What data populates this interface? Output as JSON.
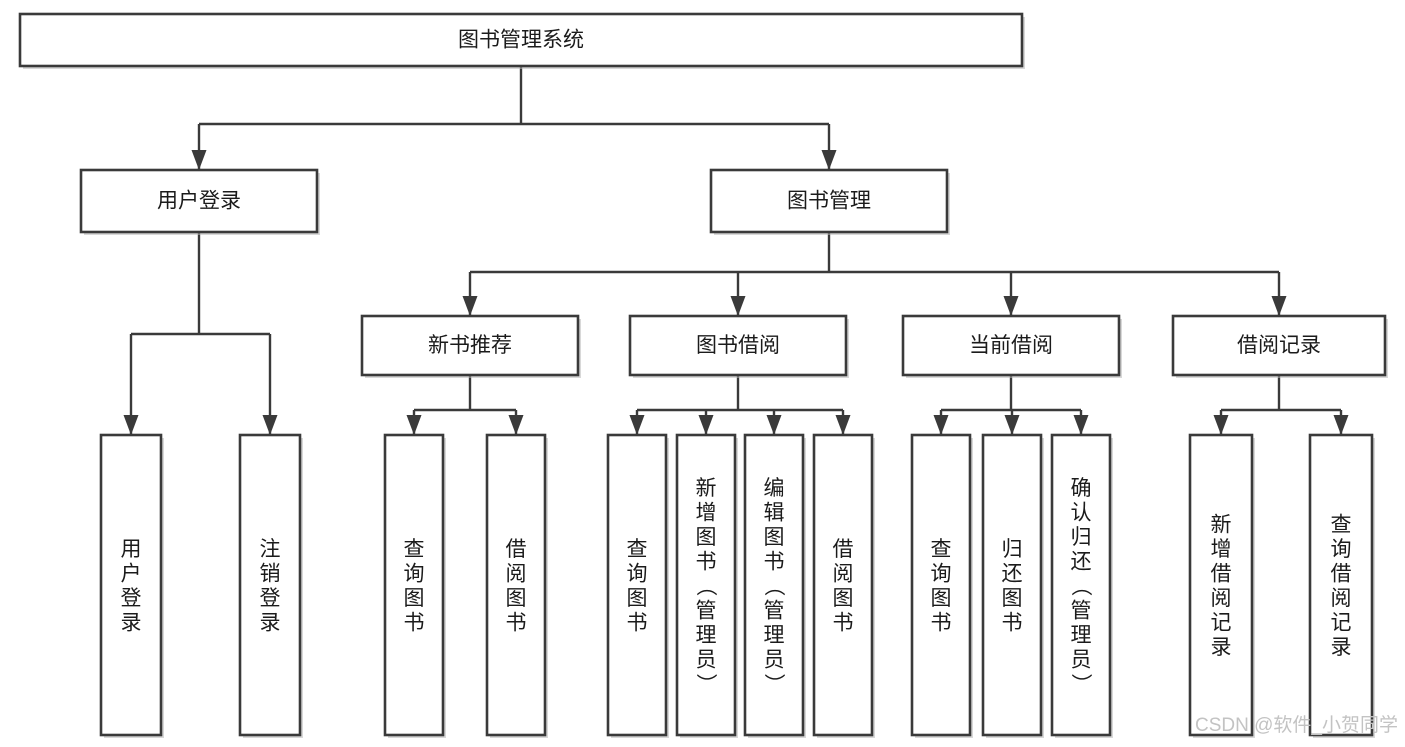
{
  "diagram": {
    "title": "图书管理系统",
    "type": "tree-hierarchy-diagram",
    "watermark": "CSDN @软件_小贺同学",
    "colors": {
      "box_stroke": "#3a3a3a",
      "box_fill": "#ffffff",
      "connector": "#3a3a3a",
      "text": "#1b1b1b",
      "watermark": "#c3c3c3",
      "background": "#ffffff"
    },
    "root": {
      "id": "root",
      "label": "图书管理系统",
      "orientation": "horizontal"
    },
    "level2": [
      {
        "id": "user-login",
        "label": "用户登录",
        "orientation": "horizontal"
      },
      {
        "id": "book-management",
        "label": "图书管理",
        "orientation": "horizontal"
      }
    ],
    "level3": [
      {
        "id": "new-book-recommend",
        "label": "新书推荐",
        "orientation": "horizontal",
        "parent": "book-management"
      },
      {
        "id": "book-borrow",
        "label": "图书借阅",
        "orientation": "horizontal",
        "parent": "book-management"
      },
      {
        "id": "current-borrow",
        "label": "当前借阅",
        "orientation": "horizontal",
        "parent": "book-management"
      },
      {
        "id": "borrow-record",
        "label": "借阅记录",
        "orientation": "horizontal",
        "parent": "book-management"
      }
    ],
    "leaves": [
      {
        "id": "leaf-user-login",
        "label": "用户登录",
        "orientation": "vertical",
        "parent": "user-login"
      },
      {
        "id": "leaf-user-logout",
        "label": "注销登录",
        "orientation": "vertical",
        "parent": "user-login"
      },
      {
        "id": "leaf-query-book-1",
        "label": "查询图书",
        "orientation": "vertical",
        "parent": "new-book-recommend"
      },
      {
        "id": "leaf-borrow-book-1",
        "label": "借阅图书",
        "orientation": "vertical",
        "parent": "new-book-recommend"
      },
      {
        "id": "leaf-query-book-2",
        "label": "查询图书",
        "orientation": "vertical",
        "parent": "book-borrow"
      },
      {
        "id": "leaf-add-book",
        "label": "新增图书（管理员）",
        "orientation": "vertical",
        "parent": "book-borrow"
      },
      {
        "id": "leaf-edit-book",
        "label": "编辑图书（管理员）",
        "orientation": "vertical",
        "parent": "book-borrow"
      },
      {
        "id": "leaf-borrow-book-2",
        "label": "借阅图书",
        "orientation": "vertical",
        "parent": "book-borrow"
      },
      {
        "id": "leaf-query-book-3",
        "label": "查询图书",
        "orientation": "vertical",
        "parent": "current-borrow"
      },
      {
        "id": "leaf-return-book",
        "label": "归还图书",
        "orientation": "vertical",
        "parent": "current-borrow"
      },
      {
        "id": "leaf-confirm-return",
        "label": "确认归还（管理员）",
        "orientation": "vertical",
        "parent": "current-borrow"
      },
      {
        "id": "leaf-add-record",
        "label": "新增借阅记录",
        "orientation": "vertical",
        "parent": "borrow-record"
      },
      {
        "id": "leaf-query-record",
        "label": "查询借阅记录",
        "orientation": "vertical",
        "parent": "borrow-record"
      }
    ]
  }
}
